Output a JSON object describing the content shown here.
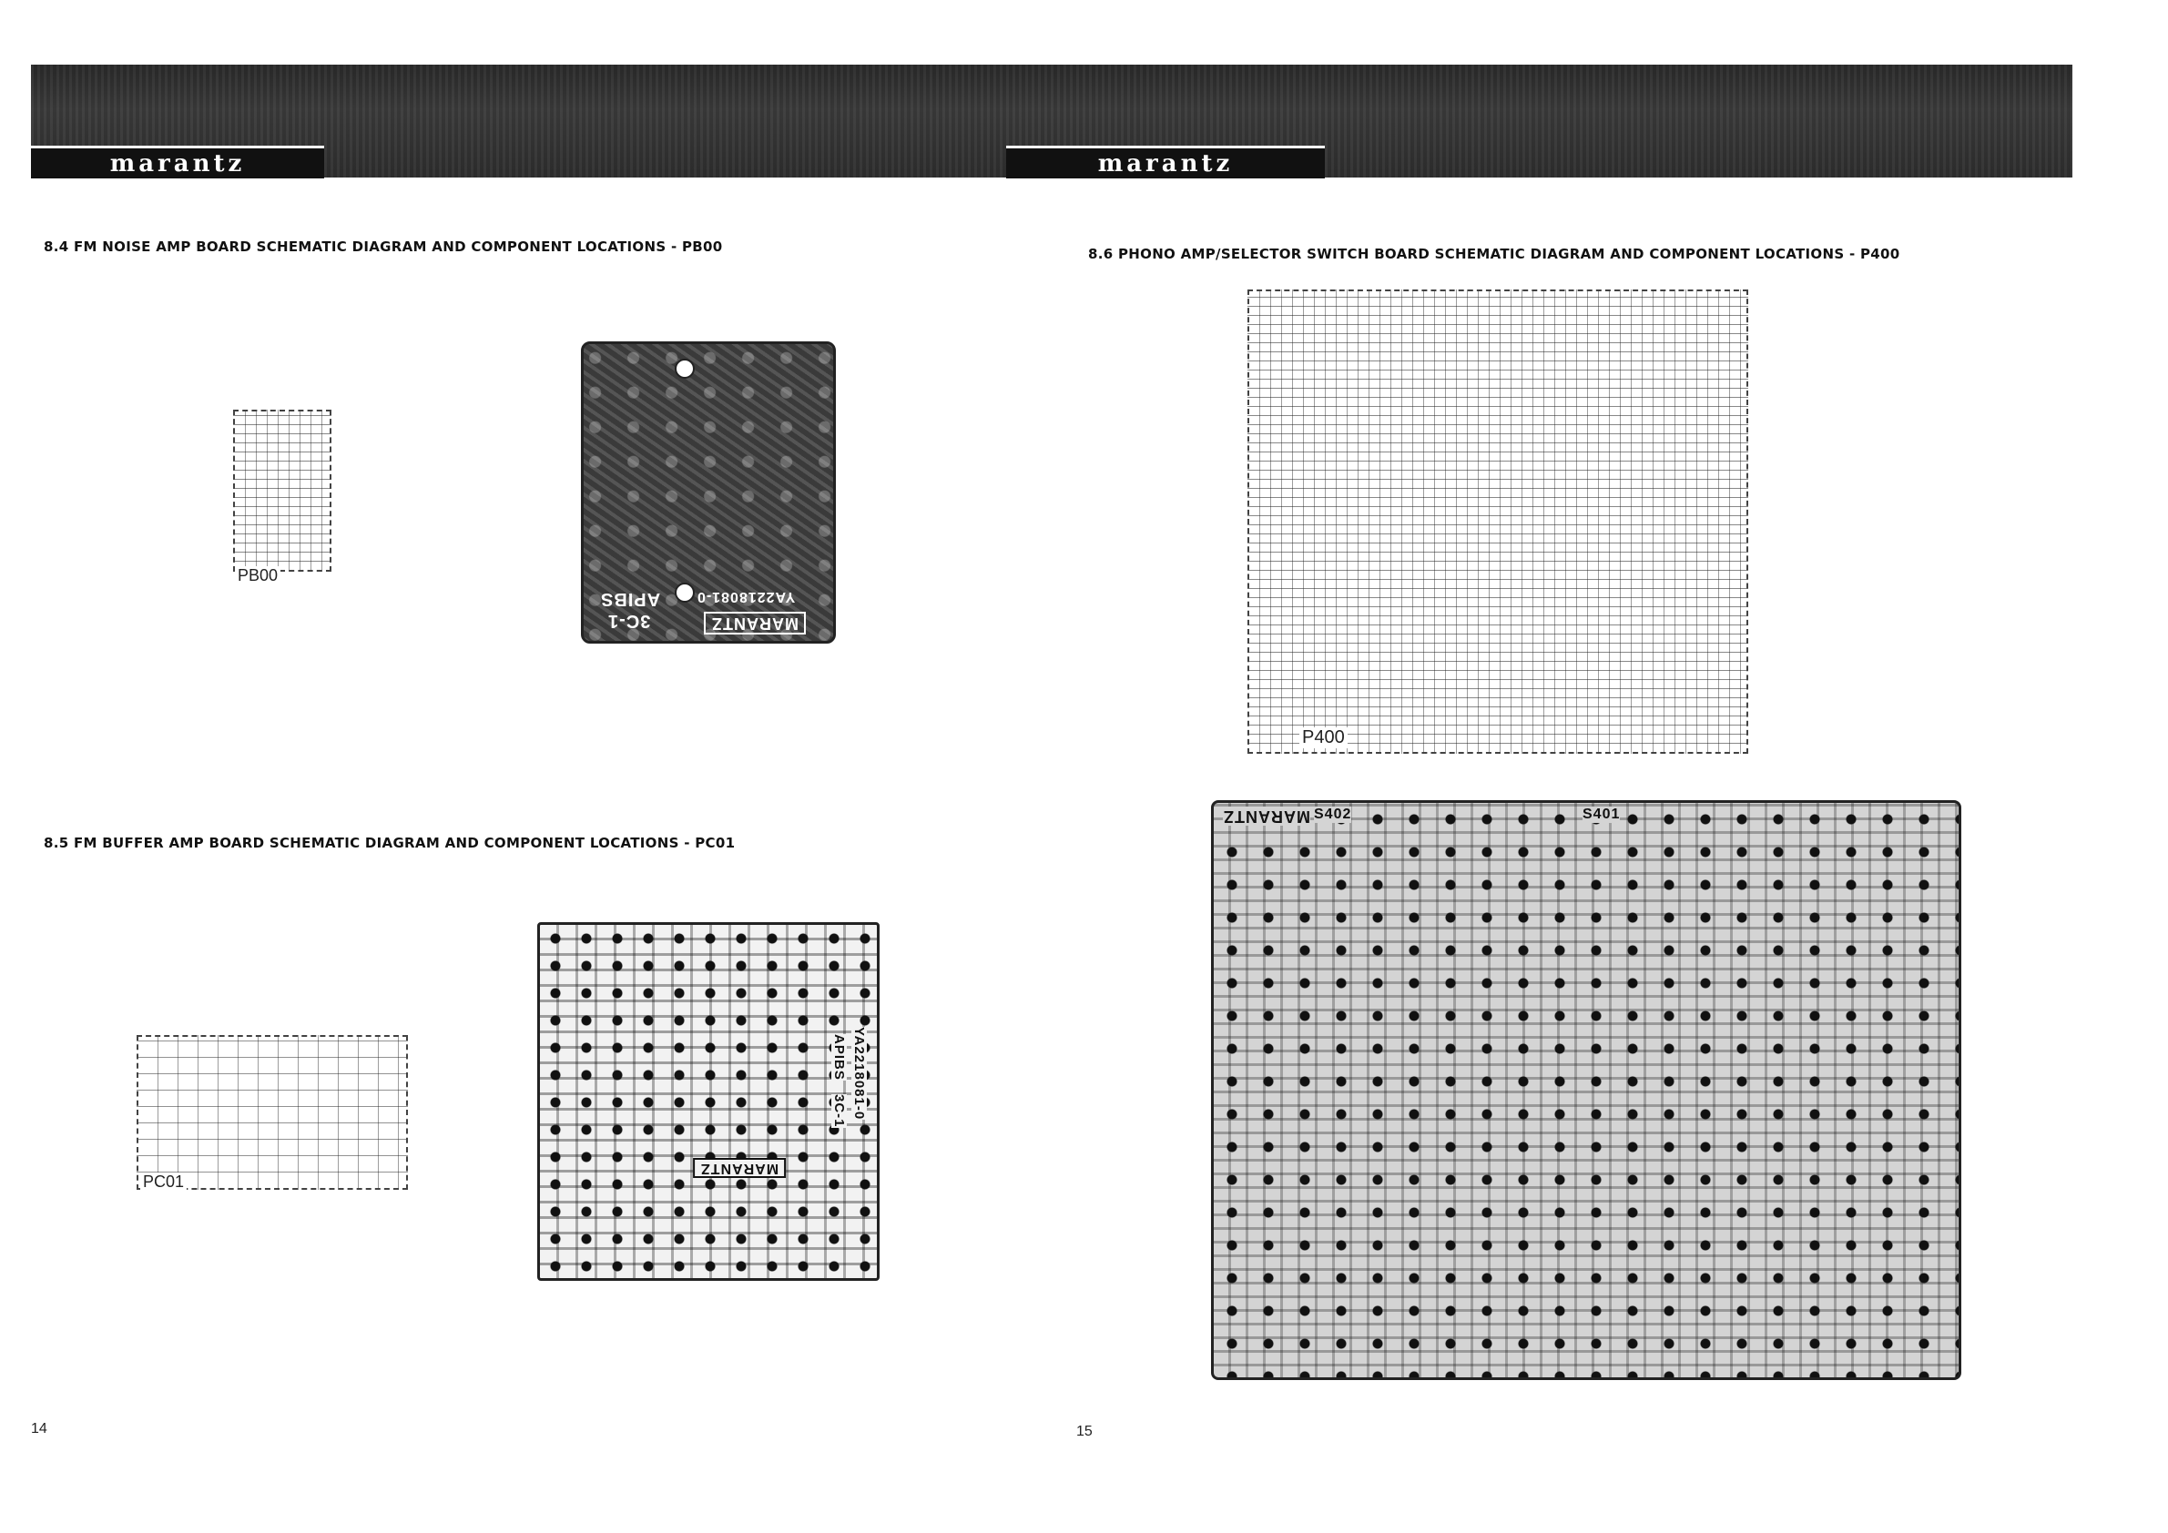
{
  "brand": {
    "logo_text": "marantz"
  },
  "left_page": {
    "page_number": "14",
    "sections": [
      {
        "heading": "8.4 FM NOISE AMP BOARD SCHEMATIC DIAGRAM AND COMPONENT LOCATIONS - PB00",
        "board_label": "PB00"
      },
      {
        "heading": "8.5 FM BUFFER AMP BOARD SCHEMATIC DIAGRAM AND COMPONENT LOCATIONS - PC01",
        "board_label": "PC01"
      }
    ],
    "pcb_pb00": {
      "silk_brand": "MARANTZ",
      "silk_part": "YA2218081-0",
      "silk_code": "APIBS",
      "silk_rev": "3C-1"
    },
    "pcb_pc01": {
      "silk_brand": "MARANTZ",
      "silk_part": "YA2218081-0",
      "silk_code": "APIBS",
      "silk_rev": "3C-1"
    }
  },
  "right_page": {
    "page_number": "15",
    "sections": [
      {
        "heading": "8.6 PHONO AMP/SELECTOR SWITCH BOARD SCHEMATIC DIAGRAM AND COMPONENT LOCATIONS - P400",
        "board_label": "P400"
      }
    ],
    "pcb_p400": {
      "silk_brand": "MARANTZ",
      "switch_a": "S402",
      "switch_b": "S401"
    }
  }
}
